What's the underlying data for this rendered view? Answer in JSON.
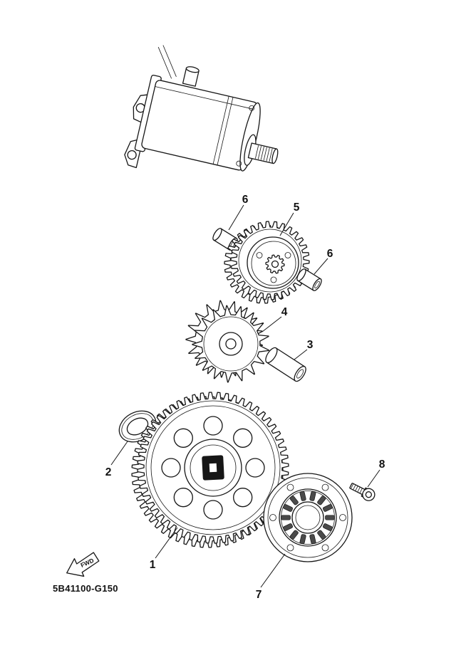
{
  "diagram": {
    "code": "5B41100-G150",
    "fwd_label": "FWD",
    "callouts": [
      {
        "label": "1"
      },
      {
        "label": "2"
      },
      {
        "label": "3"
      },
      {
        "label": "4"
      },
      {
        "label": "5"
      },
      {
        "label": "6"
      },
      {
        "label": "6"
      },
      {
        "label": "7"
      },
      {
        "label": "8"
      }
    ]
  }
}
